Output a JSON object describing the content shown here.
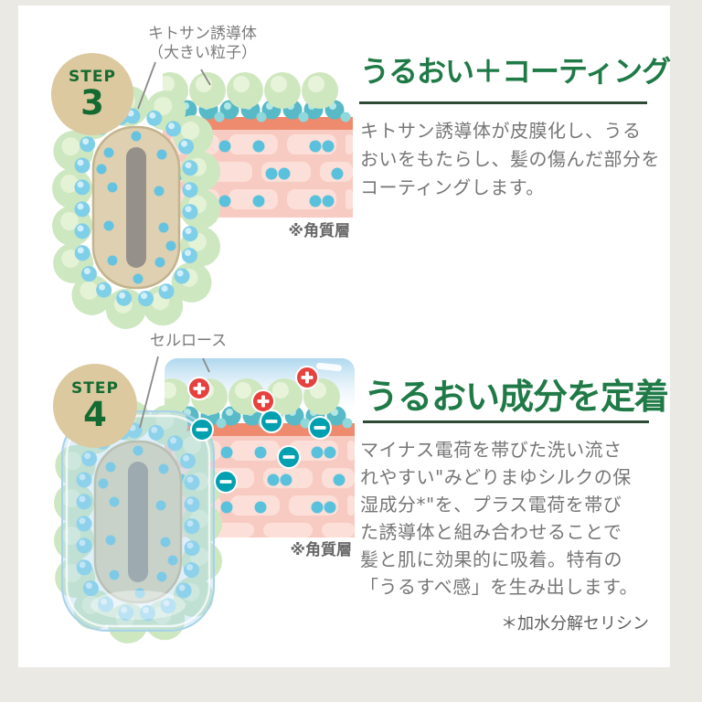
{
  "page": {
    "background": "#ebe9e4",
    "card_background": "#ffffff"
  },
  "theme": {
    "title_green": "#1f7a47",
    "underline_green": "#2c4a34",
    "body_gray": "#767676",
    "label_gray": "#7b7b7b",
    "badge_tan": "#dcc9a0",
    "badge_text_green": "#156a31",
    "plus_charge_red": "#e6413c",
    "minus_charge_teal": "#01a0b0"
  },
  "icons": {
    "plus_charge": "+",
    "minus_charge": "−",
    "reference_mark": "※"
  },
  "sections": [
    {
      "step_label": "STEP",
      "step_number": "3",
      "diagram_label": "キトサン誘導体\n（大きい粒子）",
      "layer_note": "※角質層",
      "title": "うるおい＋コーティング",
      "body": "キトサン誘導体が皮膜化し、うる\nおいをもたらし、髪の傷んだ部分を\nコーティングします。"
    },
    {
      "step_label": "STEP",
      "step_number": "4",
      "diagram_label": "セルロース",
      "layer_note": "※角質層",
      "title": "うるおい成分を定着",
      "body": "マイナス電荷を帯びた洗い流さ\nれやすい\"みどりまゆシルクの保\n湿成分*\"を、プラス電荷を帯び\nた誘導体と組み合わせることで\n髪と肌に効果的に吸着。特有の\n「うるすべ感」を生み出します。",
      "footnote": "＊加水分解セリシン"
    }
  ]
}
